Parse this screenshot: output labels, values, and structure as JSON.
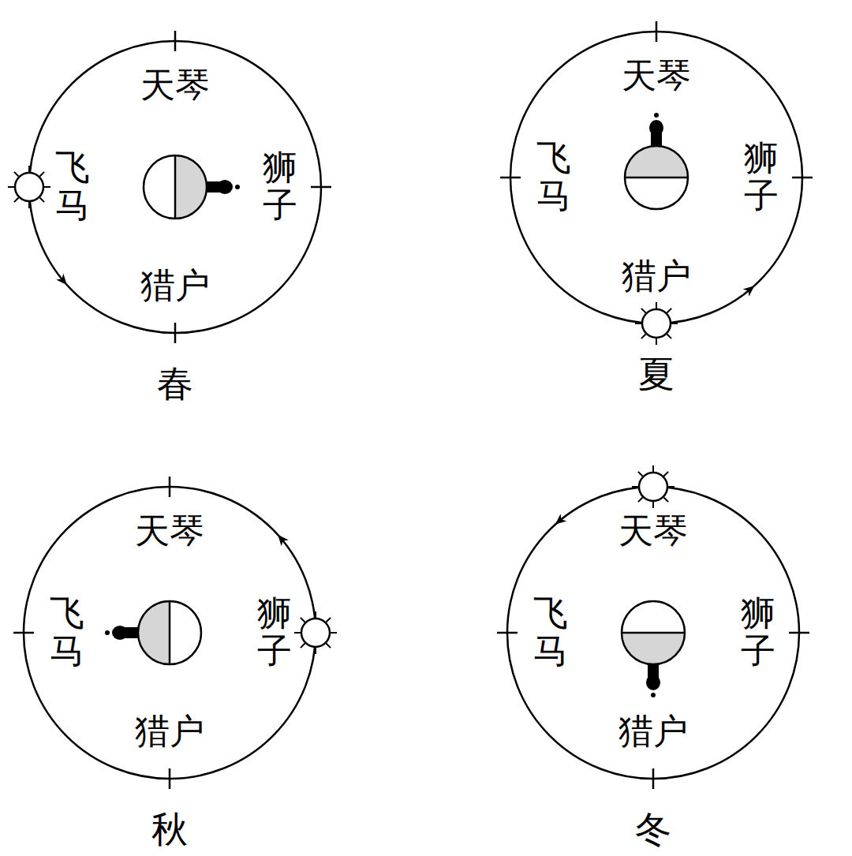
{
  "diagram": {
    "labels": [
      "天琴",
      "飞马",
      "狮子",
      "猎户",
      "春",
      "天琴",
      "飞马",
      "狮子",
      "猎户",
      "夏",
      "天琴",
      "飞马",
      "狮子",
      "猎户",
      "秋",
      "天琴",
      "飞马",
      "狮子",
      "猎户",
      "冬"
    ]
  }
}
